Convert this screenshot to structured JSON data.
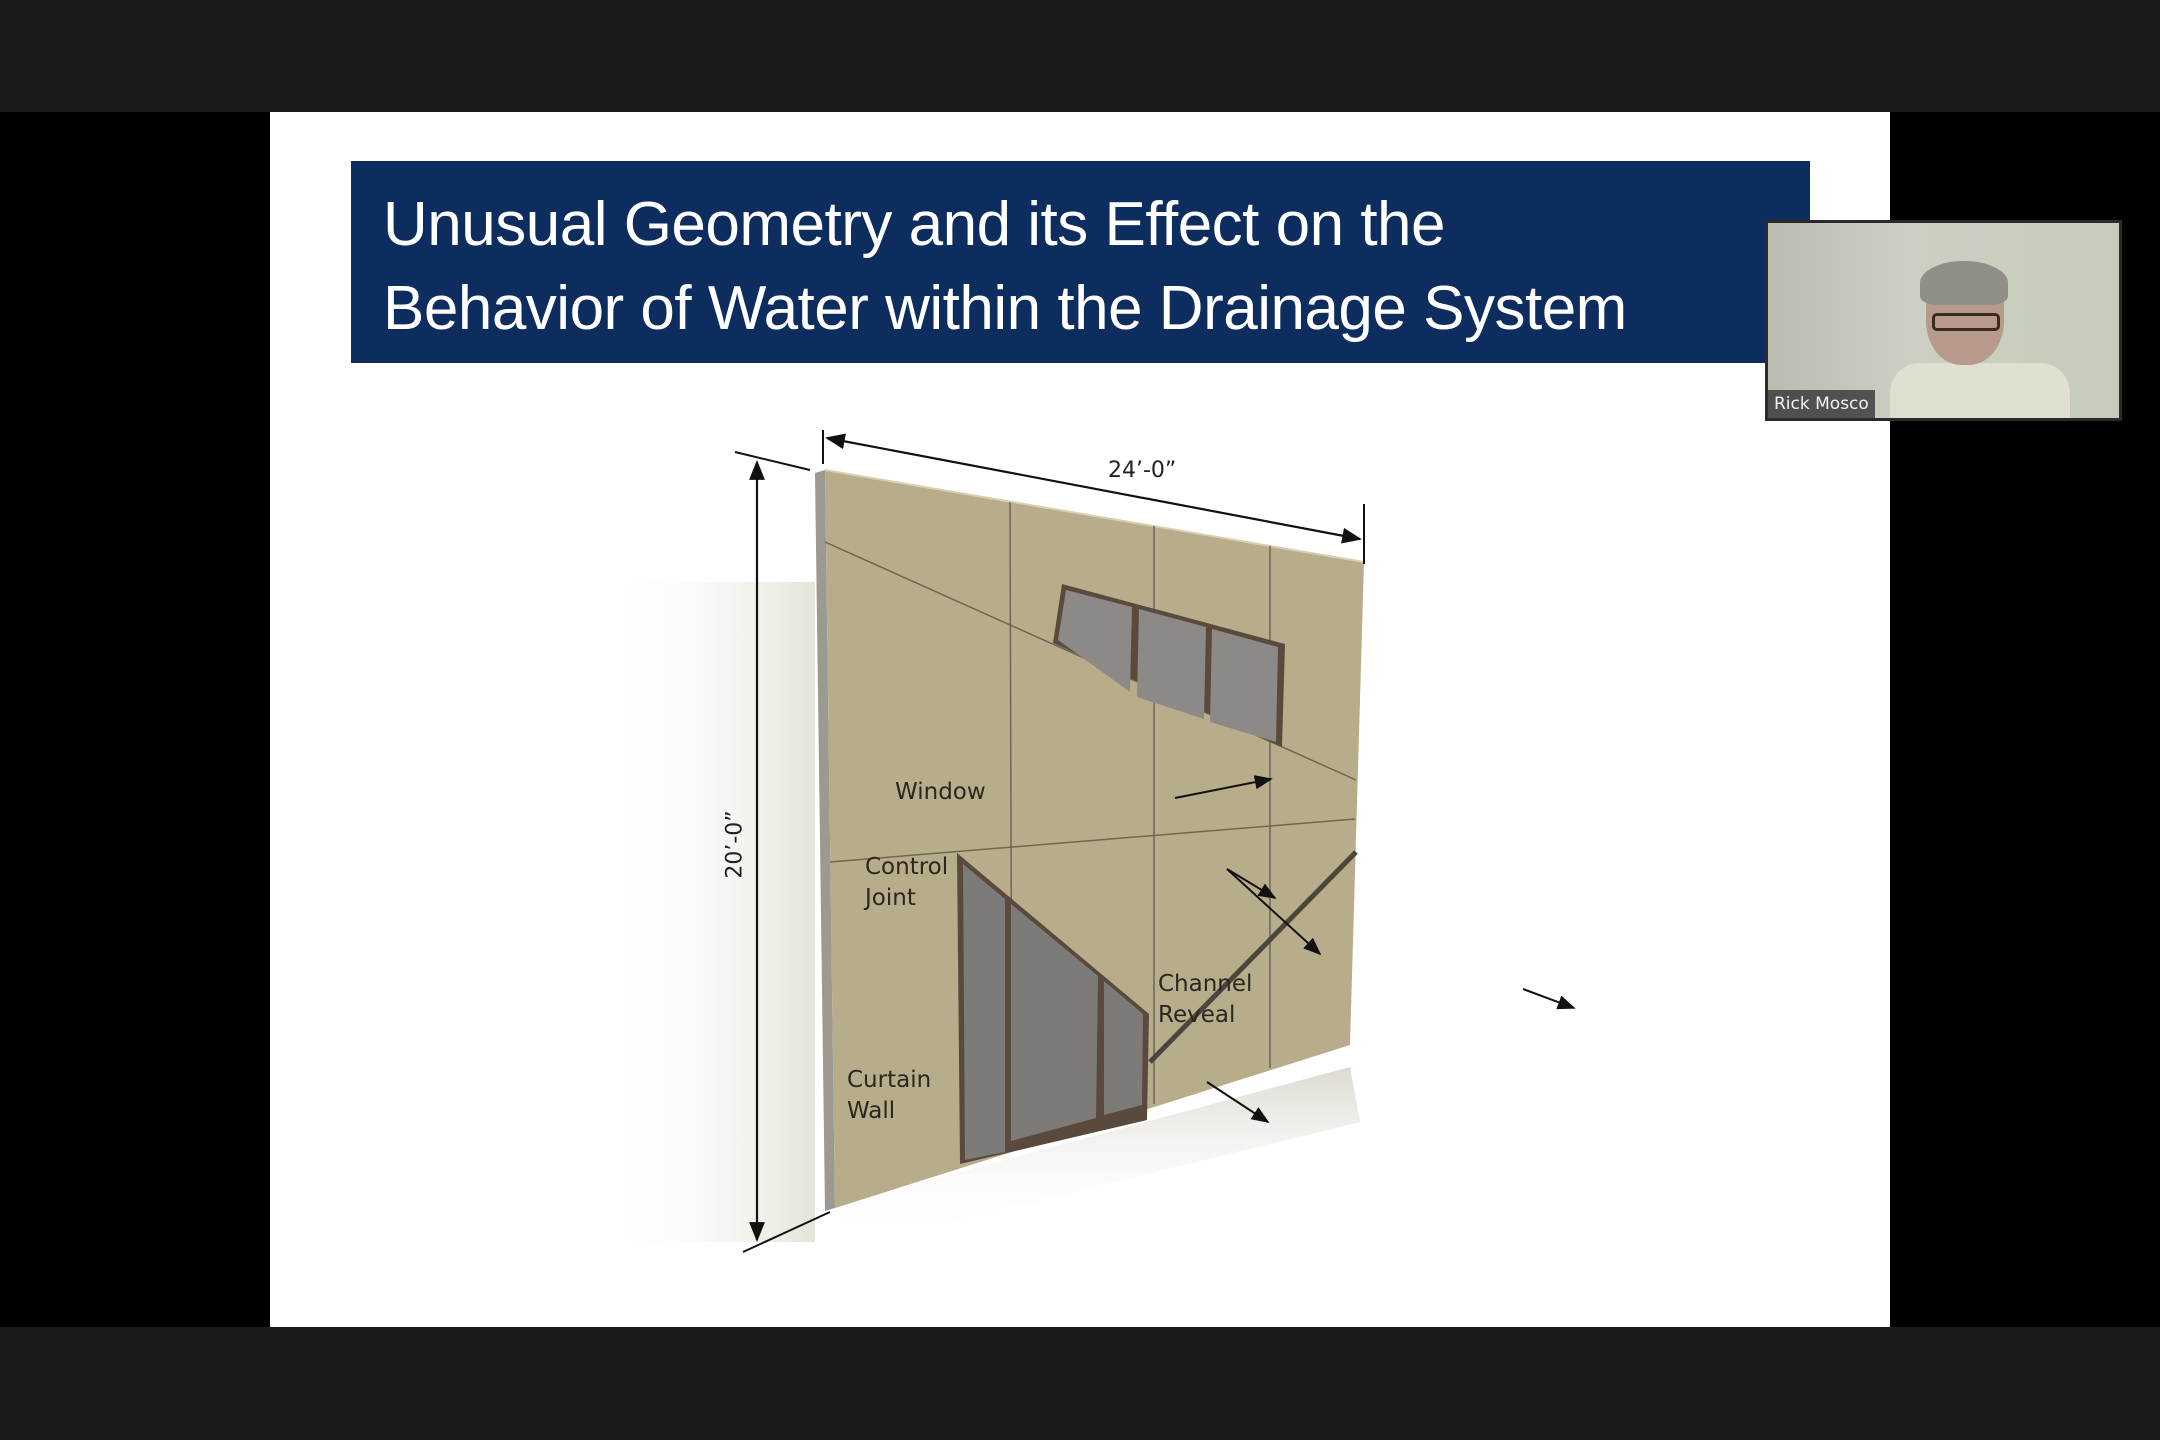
{
  "slide": {
    "title_lines": [
      "Unusual Geometry and its Effect on the",
      "Behavior of Water within the Drainage System"
    ],
    "colors": {
      "banner": "#0d2d5f",
      "wall": "#b8ad8a",
      "glass": "#8a8784",
      "frame": "#5a4a3e"
    },
    "diagram": {
      "width_dimension": "24’-0”",
      "height_dimension": "20’-0”",
      "labels": {
        "window": "Window",
        "control_joint_1": "Control",
        "control_joint_2": "Joint",
        "channel_reveal_1": "Channel",
        "channel_reveal_2": "Reveal",
        "curtain_wall_1": "Curtain",
        "curtain_wall_2": "Wall"
      }
    }
  },
  "participant": {
    "name": "Rick Mosco"
  }
}
